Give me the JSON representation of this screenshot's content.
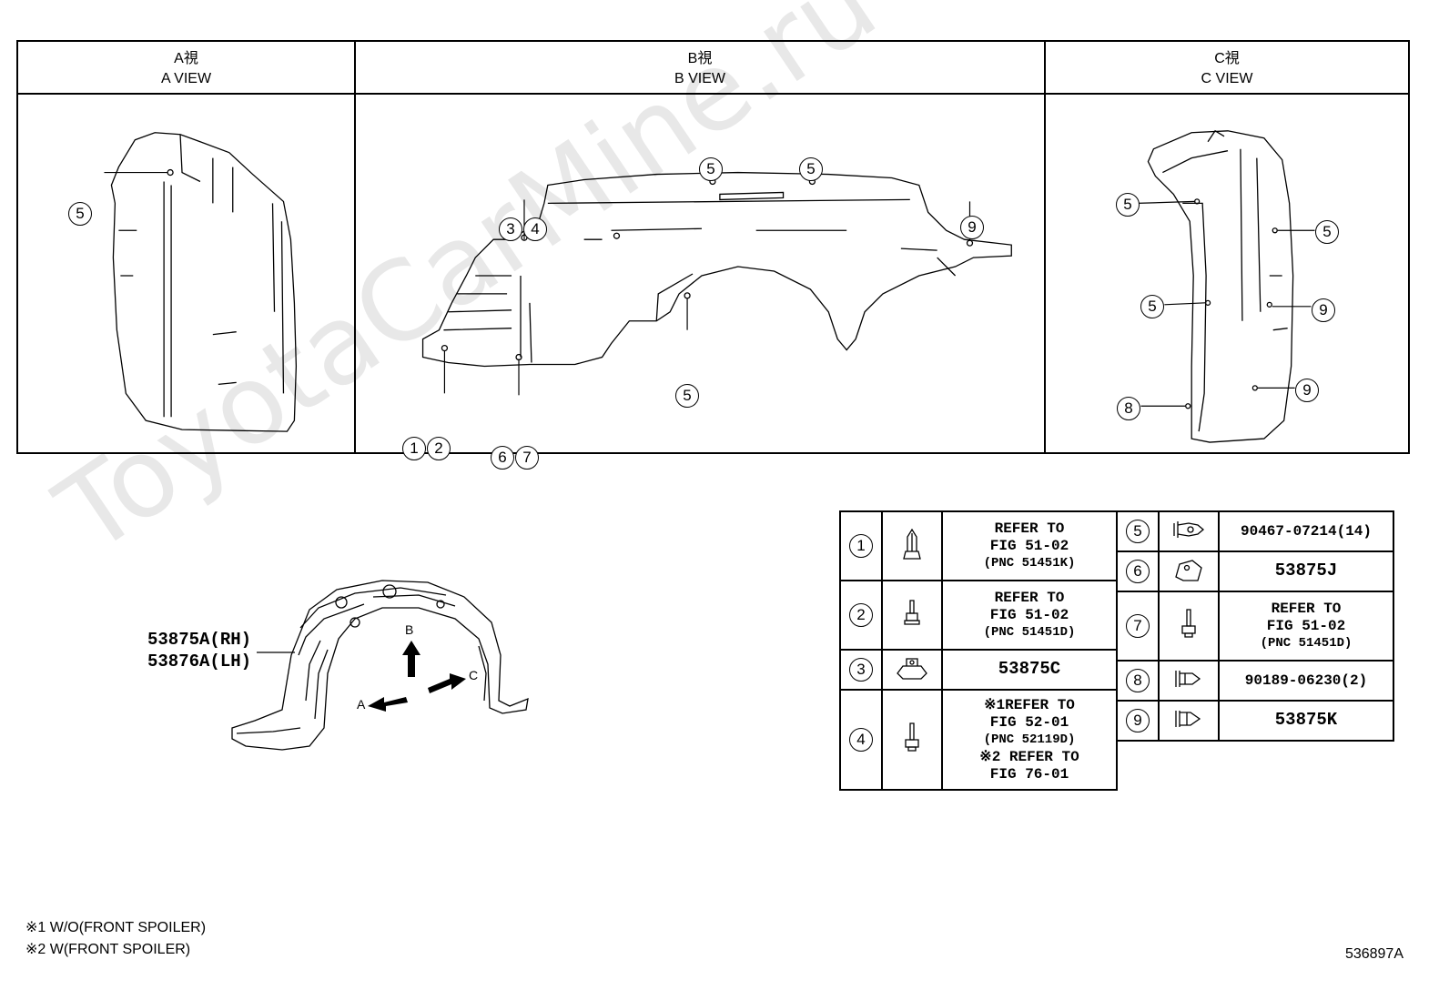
{
  "views": {
    "a": {
      "label_jp": "A視",
      "label_en": "A VIEW"
    },
    "b": {
      "label_jp": "B視",
      "label_en": "B VIEW"
    },
    "c": {
      "label_jp": "C視",
      "label_en": "C VIEW"
    }
  },
  "callouts": {
    "one": "1",
    "two": "2",
    "three": "3",
    "four": "4",
    "five": "5",
    "six": "6",
    "seven": "7",
    "eight": "8",
    "nine": "9"
  },
  "assembly": {
    "part_rh": "53875A(RH)",
    "part_lh": "53876A(LH)",
    "arrow_a": "A",
    "arrow_b": "B",
    "arrow_c": "C"
  },
  "parts_left": [
    {
      "num": "1",
      "lines": [
        "REFER TO",
        "FIG 51-02",
        "(PNC 51451K)"
      ]
    },
    {
      "num": "2",
      "lines": [
        "REFER TO",
        "FIG 51-02",
        "(PNC 51451D)"
      ]
    },
    {
      "num": "3",
      "text": "53875C"
    },
    {
      "num": "4",
      "lines": [
        "※1REFER TO",
        "FIG 52-01",
        "(PNC 52119D)",
        "※2 REFER TO",
        "FIG 76-01"
      ]
    }
  ],
  "parts_right": [
    {
      "num": "5",
      "text": "90467-07214(14)"
    },
    {
      "num": "6",
      "text": "53875J"
    },
    {
      "num": "7",
      "lines": [
        "REFER TO",
        "FIG 51-02",
        "(PNC 51451D)"
      ]
    },
    {
      "num": "8",
      "text": "90189-06230(2)"
    },
    {
      "num": "9",
      "text": "53875K"
    }
  ],
  "notes": {
    "note1": "※1 W/O(FRONT SPOILER)",
    "note2": "※2 W(FRONT SPOILER)"
  },
  "figure_code": "536897A",
  "watermark": "ToyotaCarMine.ru"
}
